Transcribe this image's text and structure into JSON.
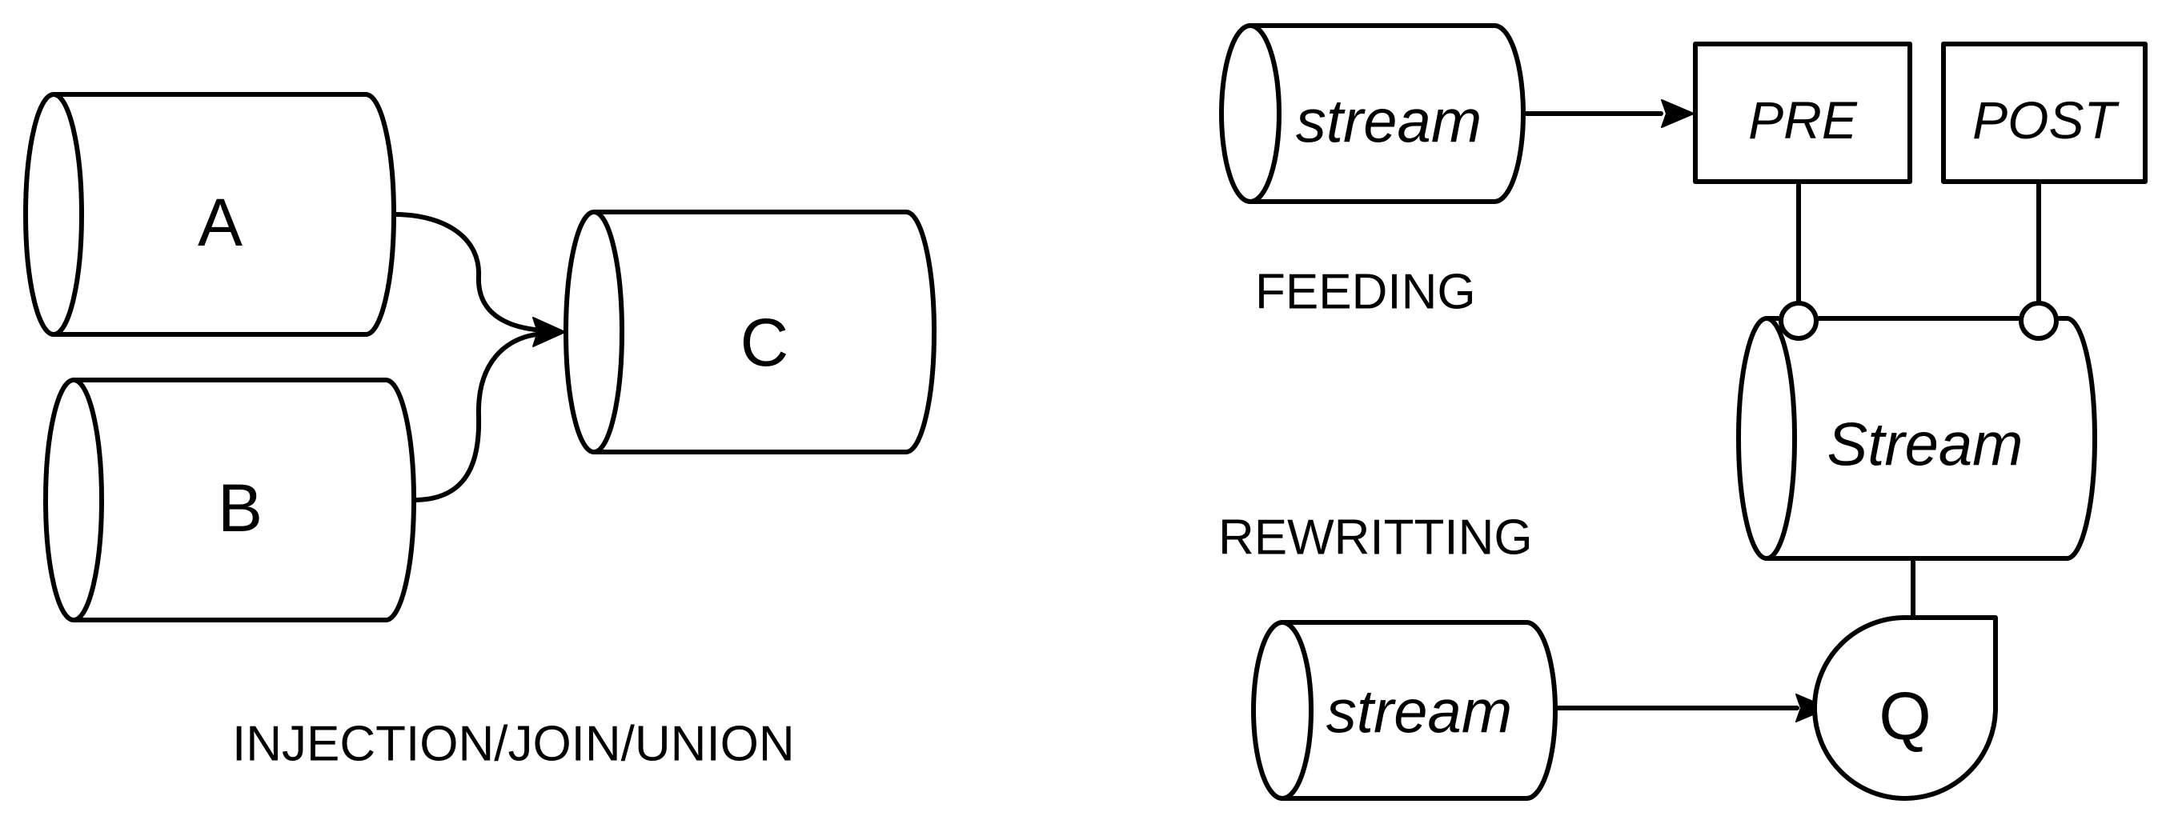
{
  "left_diagram": {
    "cylinders": {
      "a": "A",
      "b": "B",
      "c": "C"
    },
    "caption": "INJECTION/JOIN/UNION"
  },
  "right_diagram": {
    "feeding": {
      "source": "stream",
      "caption": "FEEDING"
    },
    "boxes": {
      "pre": "PRE",
      "post": "POST"
    },
    "main_stream": "Stream",
    "rewriting": {
      "source": "stream",
      "caption": "REWRITTING"
    },
    "query": "Q"
  },
  "colors": {
    "stroke": "#000000",
    "fill": "#ffffff"
  }
}
